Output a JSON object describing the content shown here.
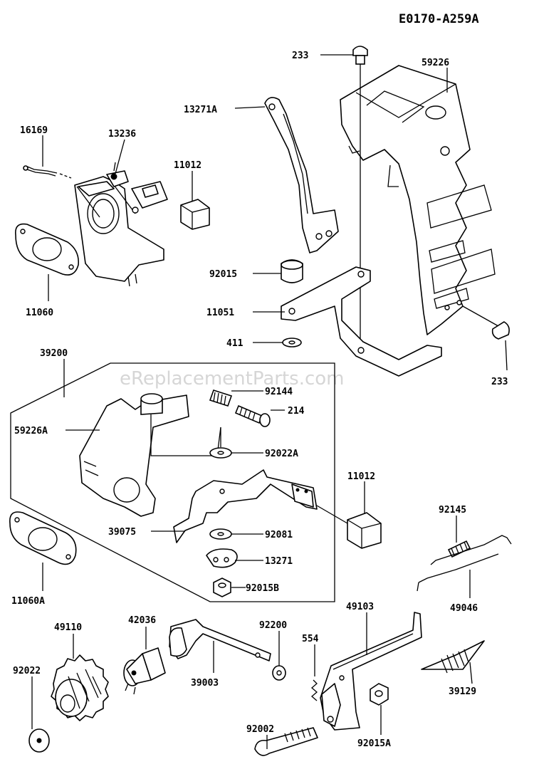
{
  "diagram_code": "E0170-A259A",
  "watermark": "eReplacementParts.com",
  "labels": {
    "p233_top": "233",
    "p59226": "59226",
    "p13271A": "13271A",
    "p16169": "16169",
    "p13236": "13236",
    "p11012_top": "11012",
    "p92015": "92015",
    "p11051": "11051",
    "p411": "411",
    "p233_right": "233",
    "p11060": "11060",
    "p39200": "39200",
    "p92144": "92144",
    "p214": "214",
    "p59226A": "59226A",
    "p92022A": "92022A",
    "p11012_mid": "11012",
    "p92145": "92145",
    "p39075": "39075",
    "p92081": "92081",
    "p13271": "13271",
    "p92015B": "92015B",
    "p49046": "49046",
    "p11060A": "11060A",
    "p42036": "42036",
    "p49110": "49110",
    "p92200": "92200",
    "p49103": "49103",
    "p554": "554",
    "p92022": "92022",
    "p39003": "39003",
    "p39129": "39129",
    "p92002": "92002",
    "p92015A": "92015A"
  }
}
